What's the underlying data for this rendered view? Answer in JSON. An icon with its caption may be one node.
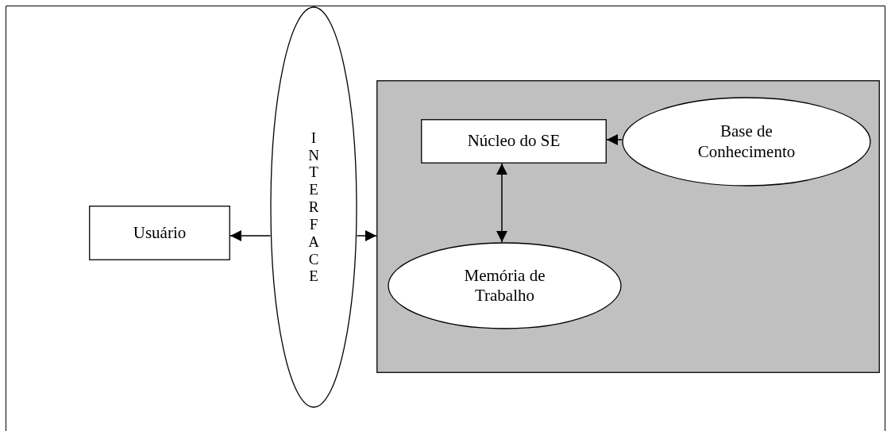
{
  "diagram": {
    "nodes": [
      {
        "text": [
          "Usuário"
        ]
      },
      {
        "text": [
          "INTERFACE"
        ]
      },
      {
        "text": [],
        "shape": "box"
      },
      {
        "text": [
          "Núcleo do SE"
        ],
        "in": 2
      },
      {
        "text": [
          "Base de Conhecimento"
        ],
        "in": 2
      },
      {
        "text": [
          "Memória de Trabalho"
        ],
        "in": 2
      }
    ],
    "edges": [
      {
        "from": 1,
        "to": 0,
        "arrow": "to"
      },
      {
        "from": 1,
        "to": 2,
        "arrow": "to"
      },
      {
        "from": 4,
        "to": 3,
        "arrow": "to"
      },
      {
        "from": 3,
        "to": 5,
        "arrow": "both"
      }
    ]
  }
}
